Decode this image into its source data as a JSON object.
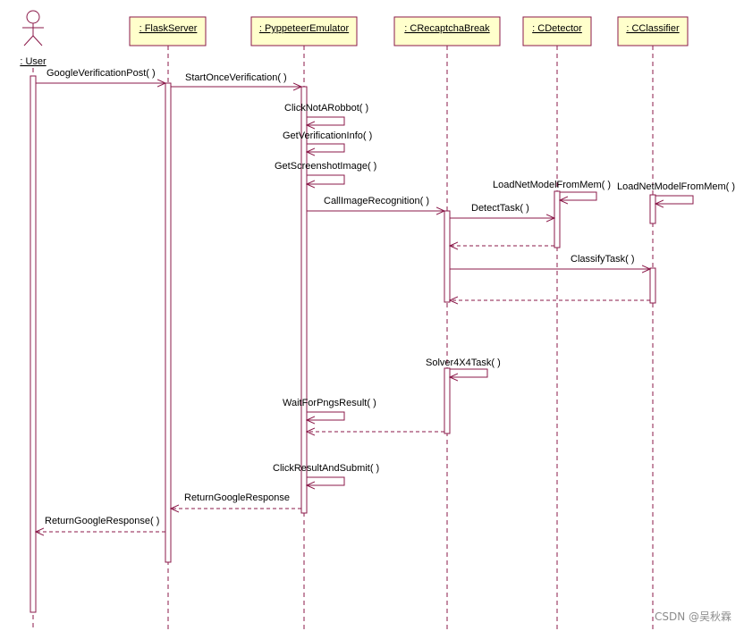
{
  "colors": {
    "line": "#8b1a4a",
    "header_fill": "#ffffcc",
    "activation_fill": "#ffffff",
    "text": "#000000",
    "watermark": "#8c8c8c"
  },
  "actor": {
    "label": ": User"
  },
  "participants": [
    {
      "id": "flask",
      "label": ": FlaskServer"
    },
    {
      "id": "pyp",
      "label": ": PyppeteerEmulator"
    },
    {
      "id": "crb",
      "label": ": CRecaptchaBreak"
    },
    {
      "id": "det",
      "label": ": CDetector"
    },
    {
      "id": "cls",
      "label": ": CClassifier"
    }
  ],
  "messages": [
    {
      "id": "m1",
      "label": "GoogleVerificationPost( )"
    },
    {
      "id": "m2",
      "label": "StartOnceVerification( )"
    },
    {
      "id": "m3",
      "label": "ClickNotARobbot( )"
    },
    {
      "id": "m4",
      "label": "GetVerificationInfo( )"
    },
    {
      "id": "m5",
      "label": "GetScreenshotImage( )"
    },
    {
      "id": "m6",
      "label": "CallImageRecognition( )"
    },
    {
      "id": "m7",
      "label": "LoadNetModelFromMem( )"
    },
    {
      "id": "m8",
      "label": "LoadNetModelFromMem( )"
    },
    {
      "id": "m9",
      "label": "DetectTask( )"
    },
    {
      "id": "m10",
      "label": ""
    },
    {
      "id": "m11",
      "label": "ClassifyTask( )"
    },
    {
      "id": "m12",
      "label": ""
    },
    {
      "id": "m13",
      "label": "Solver4X4Task( )"
    },
    {
      "id": "m14",
      "label": "WaitForPngsResult( )"
    },
    {
      "id": "m15",
      "label": ""
    },
    {
      "id": "m16",
      "label": "ClickResultAndSubmit( )"
    },
    {
      "id": "m17",
      "label": "ReturnGoogleResponse"
    },
    {
      "id": "m18",
      "label": "ReturnGoogleResponse( )"
    }
  ],
  "watermark": "CSDN @吴秋霖"
}
